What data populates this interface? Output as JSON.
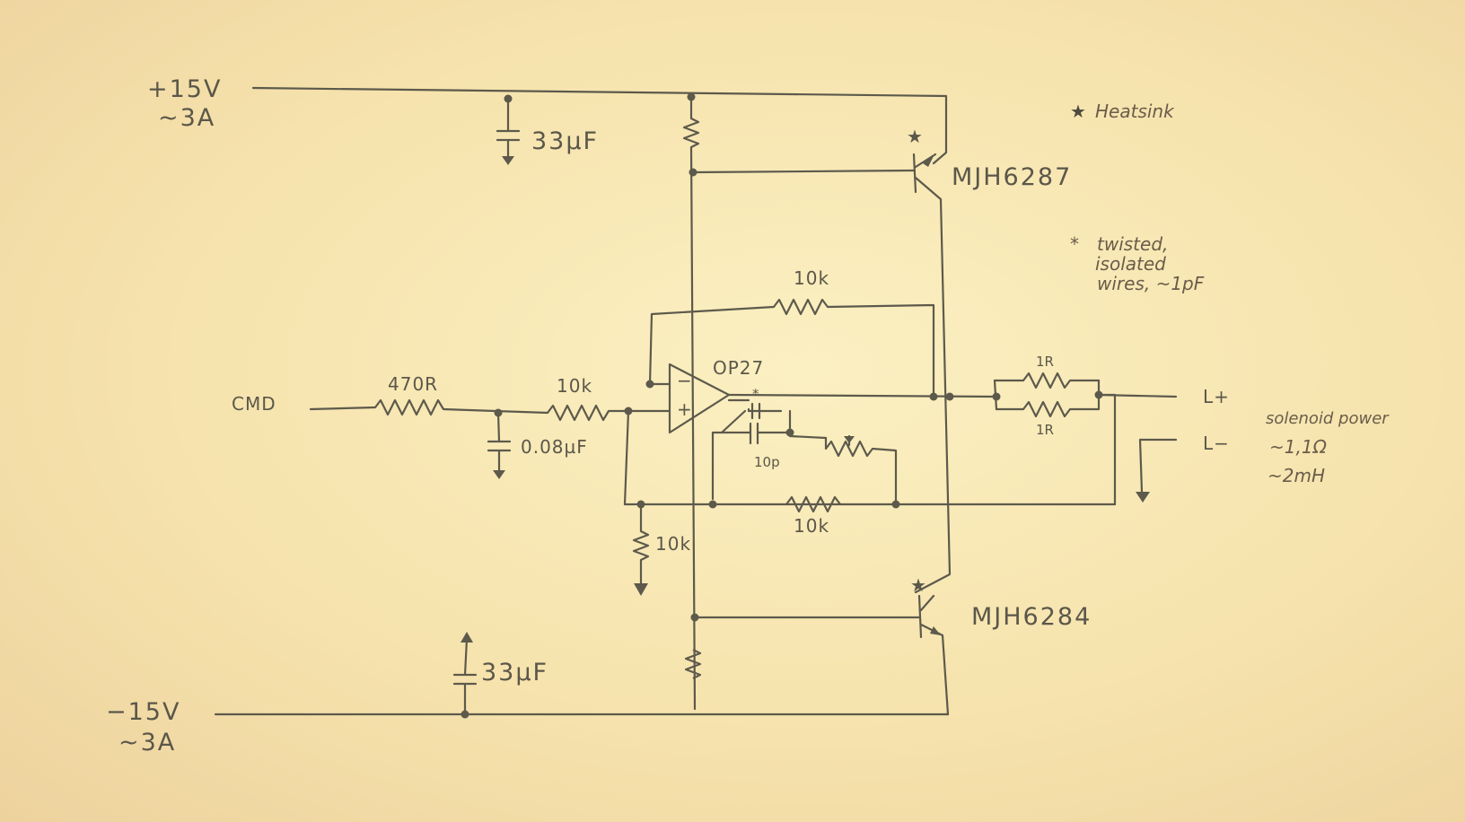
{
  "supply_pos": {
    "voltage": "+15V",
    "current": "~3A",
    "cap": "33µF"
  },
  "supply_neg": {
    "voltage": "−15V",
    "current": "~3A",
    "cap": "33µF"
  },
  "input": {
    "label": "CMD",
    "series_r": "470R",
    "r2": "10k",
    "filter_cap": "0.08µF"
  },
  "opamp": {
    "name": "OP27",
    "minus": "−",
    "plus": "+"
  },
  "feedback": {
    "r_top": "10k",
    "r_bottom": "10k",
    "r_ground": "10k",
    "cap": "10p",
    "star": "*"
  },
  "transistors": {
    "upper": "MJH6287",
    "lower": "MJH6284",
    "heatsink_mark": "★"
  },
  "shunt": {
    "r1": "1R",
    "r2": "1R"
  },
  "output": {
    "l_plus": "L+",
    "l_minus": "L−"
  },
  "notes": {
    "heatsink": "Heatsink",
    "heatsink_star": "★",
    "twisted_mark": "*",
    "twisted_1": "twisted,",
    "twisted_2": "isolated",
    "twisted_3": "wires, ~1pF",
    "solenoid_1": "solenoid power",
    "solenoid_2": "~1,1Ω",
    "solenoid_3": "~2mH"
  }
}
